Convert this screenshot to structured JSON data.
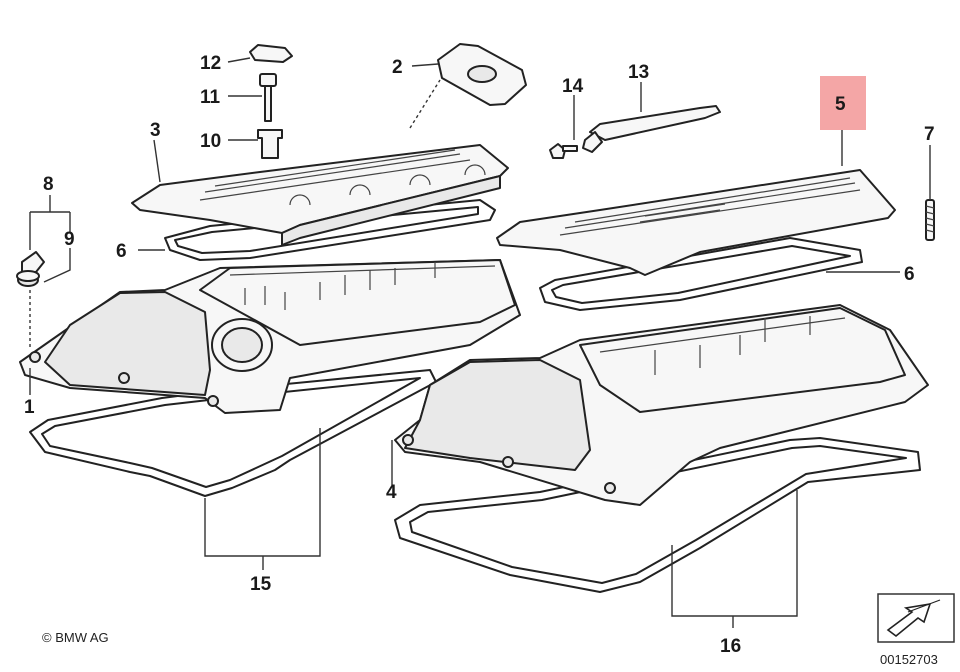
{
  "callouts": [
    {
      "id": "c1",
      "text": "1"
    },
    {
      "id": "c2",
      "text": "2"
    },
    {
      "id": "c4",
      "text": "4"
    },
    {
      "id": "c5",
      "text": "5",
      "highlighted": true
    },
    {
      "id": "c6a",
      "text": "6"
    },
    {
      "id": "c6b",
      "text": "6"
    },
    {
      "id": "c7",
      "text": "7"
    },
    {
      "id": "c8",
      "text": "8"
    },
    {
      "id": "c9",
      "text": "9"
    },
    {
      "id": "c10",
      "text": "10"
    },
    {
      "id": "c11",
      "text": "11"
    },
    {
      "id": "c12",
      "text": "12"
    },
    {
      "id": "c13",
      "text": "13"
    },
    {
      "id": "c14",
      "text": "14"
    },
    {
      "id": "c15",
      "text": "15"
    },
    {
      "id": "c16",
      "text": "16"
    },
    {
      "id": "c3",
      "text": "3"
    }
  ],
  "highlight_color": "#f4a6a6",
  "copyright": "© BMW AG",
  "diagram_number": "00152703",
  "corner_icon": "arrow-direction-icon"
}
